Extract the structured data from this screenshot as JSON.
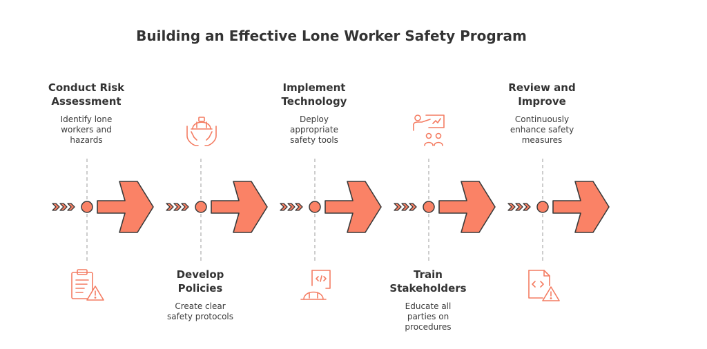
{
  "title": "Building an Effective Lone Worker Safety Program",
  "colors": {
    "accent": "#FA8266",
    "stroke": "#3a3a3a",
    "dash": "#b8b8b8",
    "icon": "#F47C62"
  },
  "steps": [
    {
      "title": "Conduct Risk Assessment",
      "title_lines": [
        "Conduct Risk",
        "Assessment"
      ],
      "desc_lines": [
        "Identify lone",
        "workers and",
        "hazards"
      ],
      "text_position": "top",
      "icon": "clipboard-warning-icon"
    },
    {
      "title": "Develop Policies",
      "title_lines": [
        "Develop",
        "Policies"
      ],
      "desc_lines": [
        "Create clear",
        "safety protocols"
      ],
      "text_position": "bottom",
      "icon": "hard-hat-hands-icon"
    },
    {
      "title": "Implement Technology",
      "title_lines": [
        "Implement",
        "Technology"
      ],
      "desc_lines": [
        "Deploy",
        "appropriate",
        "safety tools"
      ],
      "text_position": "top",
      "icon": "code-document-helmet-icon"
    },
    {
      "title": "Train Stakeholders",
      "title_lines": [
        "Train",
        "Stakeholders"
      ],
      "desc_lines": [
        "Educate all",
        "parties on",
        "procedures"
      ],
      "text_position": "bottom",
      "icon": "training-presentation-icon"
    },
    {
      "title": "Review and Improve",
      "title_lines": [
        "Review and",
        "Improve"
      ],
      "desc_lines": [
        "Continuously",
        "enhance safety",
        "measures"
      ],
      "text_position": "top",
      "icon": "code-file-warning-icon"
    }
  ]
}
